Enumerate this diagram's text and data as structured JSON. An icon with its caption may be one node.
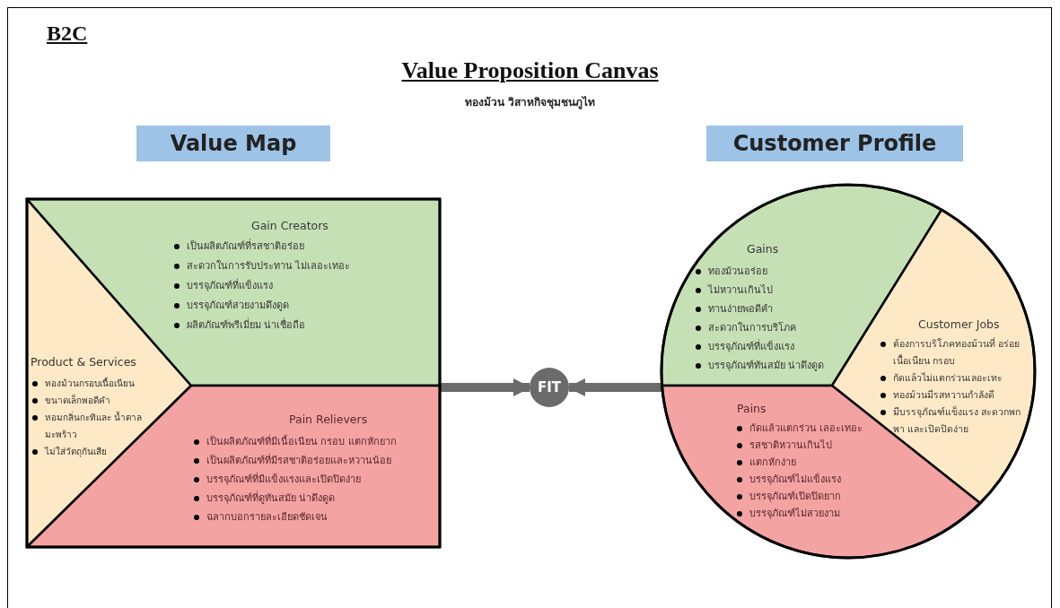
{
  "diagram": {
    "title": "Value Proposition Canvas",
    "nodes": [
      {
        "text": [
          "Value Map"
        ]
      },
      {
        "text": [
          "Customer Profile"
        ]
      },
      {
        "text": [],
        "shape": "box"
      },
      {
        "text": [
          "Product & Services",
          "ทองม้วนกรอบเนื้อเนียน",
          "ขนาดเล็กพอดีคำ",
          "หอมกลิ่นกะทิและ น้ำตาลมะพร้าว",
          "ไม่ใส่วัตถุกันเสีย"
        ],
        "in": 2
      },
      {
        "text": [
          "Gain Creators",
          "เป็นผลิตภัณฑ์ที่รสชาติอร่อย",
          "สะดวกในการรับประทาน ไม่เลอะเทอะ",
          "บรรจุภัณฑ์ที่แข็งแรง",
          "บรรจุภัณฑ์สวยงามดึงดูด",
          "ผลิตภัณฑ์พรีเมี่ยม น่าเชื่อถือ"
        ],
        "in": 2
      },
      {
        "text": [
          "Pain Relievers",
          "เป็นผลิตภัณฑ์ที่มีเนื้อเนียน กรอบ แตกหักยาก",
          "เป็นผลิตภัณฑ์ที่มีรสชาติอร่อยและหวานน้อย",
          "บรรจุภัณฑ์ที่มีแข็งแรงและเปิดปิดง่าย",
          "บรรจุภัณฑ์ที่ดูทันสมัย น่าดึงดูด",
          "ฉลากบอกรายละเอียดชัดเจน"
        ],
        "in": 2
      },
      {
        "text": [],
        "shape": "circle"
      },
      {
        "text": [
          "Gains",
          "ทองม้วนอร่อย",
          "ไม่หวานเกินไป",
          "ทานง่ายพอดีคำ",
          "สะดวกในการบริโภค",
          "บรรจุภัณฑ์ที่แข็งแรง",
          "บรรจุภัณฑ์ทันสมัย น่าดึงดูด"
        ],
        "in": 6
      },
      {
        "text": [
          "Customer Jobs",
          "ต้องการบริโภคทองม้วนที่ อร่อย เนื้อเนียน กรอบ",
          "กัดแล้วไม่แตกร่วนเลอะเทะ",
          "ทองม้วนมีรสหวานกำลังดี",
          "มีบรรจุภัณฑ์แข็งแรง สะดวกพกพา และเปิดปิดง่าย"
        ],
        "in": 6
      },
      {
        "text": [
          "Pains",
          "กัดแล้วแตกร่วน เลอะเทอะ",
          "รสชาติหวานเกินไป",
          "แตกหักง่าย",
          "บรรจุภัณฑ์ไม่แข็งแรง",
          "บรรจุภัณฑ์เปิดปิดยาก",
          "บรรจุภัณฑ์ไม่สวยงาม"
        ],
        "in": 6
      },
      {
        "text": [
          "FIT"
        ]
      }
    ],
    "edges": [
      {
        "from": 2,
        "to": 10,
        "arrow": "to"
      },
      {
        "from": 6,
        "to": 10,
        "arrow": "to"
      }
    ],
    "labels": [
      "B2C",
      "ทองม้วน วิสาหกิจชุมชนภูไท"
    ]
  }
}
